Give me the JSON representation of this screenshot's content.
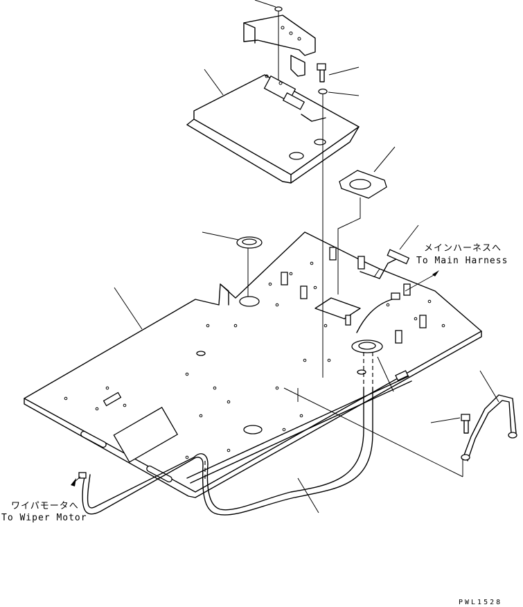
{
  "labels": {
    "main_harness_jp": "メインハーネスへ",
    "main_harness_en": "To Main Harness",
    "wiper_motor_jp": "ワイパモータへ",
    "wiper_motor_en": "To Wiper Motor"
  },
  "drawing_code": "PWL1528"
}
